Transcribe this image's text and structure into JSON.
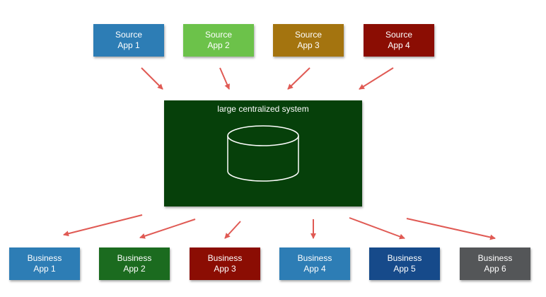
{
  "colors": {
    "arrow": "#e05a54",
    "central_bg": "#06400a",
    "source": [
      "#2d7db5",
      "#6cc24a",
      "#a4740f",
      "#8b0d03"
    ],
    "business": [
      "#2d7db5",
      "#1b6b1f",
      "#8b0d03",
      "#2d7db5",
      "#164a8a",
      "#545658"
    ]
  },
  "sources": [
    {
      "line1": "Source",
      "line2": "App 1"
    },
    {
      "line1": "Source",
      "line2": "App 2"
    },
    {
      "line1": "Source",
      "line2": "App 3"
    },
    {
      "line1": "Source",
      "line2": "App 4"
    }
  ],
  "central": {
    "title": "large centralized system",
    "icon": "database-cylinder-icon"
  },
  "business": [
    {
      "line1": "Business",
      "line2": "App 1"
    },
    {
      "line1": "Business",
      "line2": "App 2"
    },
    {
      "line1": "Business",
      "line2": "App 3"
    },
    {
      "line1": "Business",
      "line2": "App 4"
    },
    {
      "line1": "Business",
      "line2": "App 5"
    },
    {
      "line1": "Business",
      "line2": "App 6"
    }
  ]
}
